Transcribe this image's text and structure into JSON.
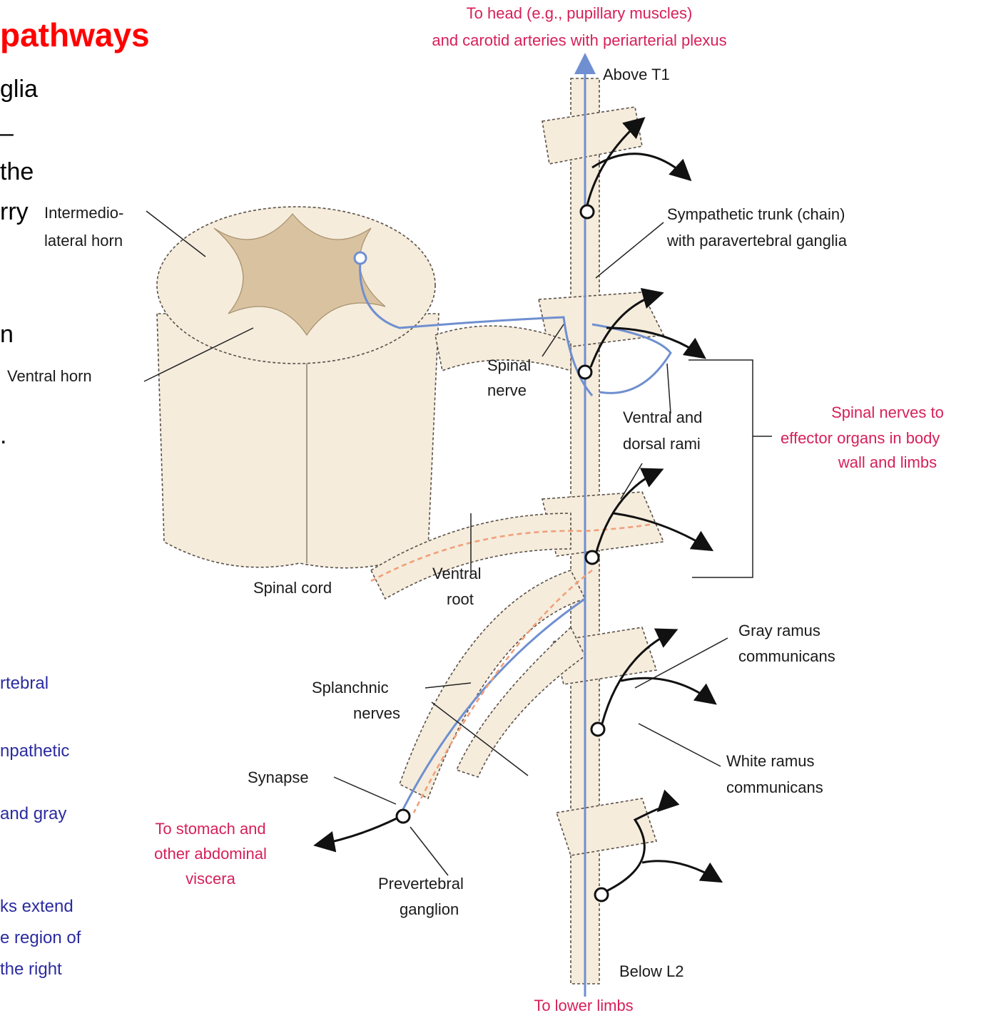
{
  "slide": {
    "title": "pathways",
    "body_fragments": [
      "glia",
      "–",
      "the",
      "rry",
      "n",
      "."
    ],
    "note_fragments": [
      "rtebral",
      "npathetic",
      "and gray",
      "ks extend",
      "e region of",
      "the right"
    ]
  },
  "diagram": {
    "top_pink_1": "To head (e.g., pupillary muscles)",
    "top_pink_2": "and carotid arteries with periarterial plexus",
    "above_t1": "Above T1",
    "intermedio_1": "Intermedio-",
    "intermedio_2": "lateral horn",
    "sympathetic_trunk_1": "Sympathetic trunk (chain)",
    "sympathetic_trunk_2": "with paravertebral ganglia",
    "ventral_horn": "Ventral horn",
    "spinal_nerve_1": "Spinal",
    "spinal_nerve_2": "nerve",
    "rami_1": "Ventral and",
    "rami_2": "dorsal rami",
    "effector_1": "Spinal nerves to",
    "effector_2": "effector organs in body",
    "effector_3": "wall  and limbs",
    "spinal_cord": "Spinal cord",
    "ventral_root_1": "Ventral",
    "ventral_root_2": "root",
    "gray_ramus_1": "Gray ramus",
    "gray_ramus_2": "communicans",
    "splanchnic_1": "Splanchnic",
    "splanchnic_2": "nerves",
    "white_ramus_1": "White ramus",
    "white_ramus_2": "communicans",
    "synapse": "Synapse",
    "stomach_1": "To stomach and",
    "stomach_2": "other abdominal",
    "stomach_3": "viscera",
    "prevertebral_1": "Prevertebral",
    "prevertebral_2": "ganglion",
    "below_l2": "Below L2",
    "to_lower_limbs": "To lower limbs"
  }
}
